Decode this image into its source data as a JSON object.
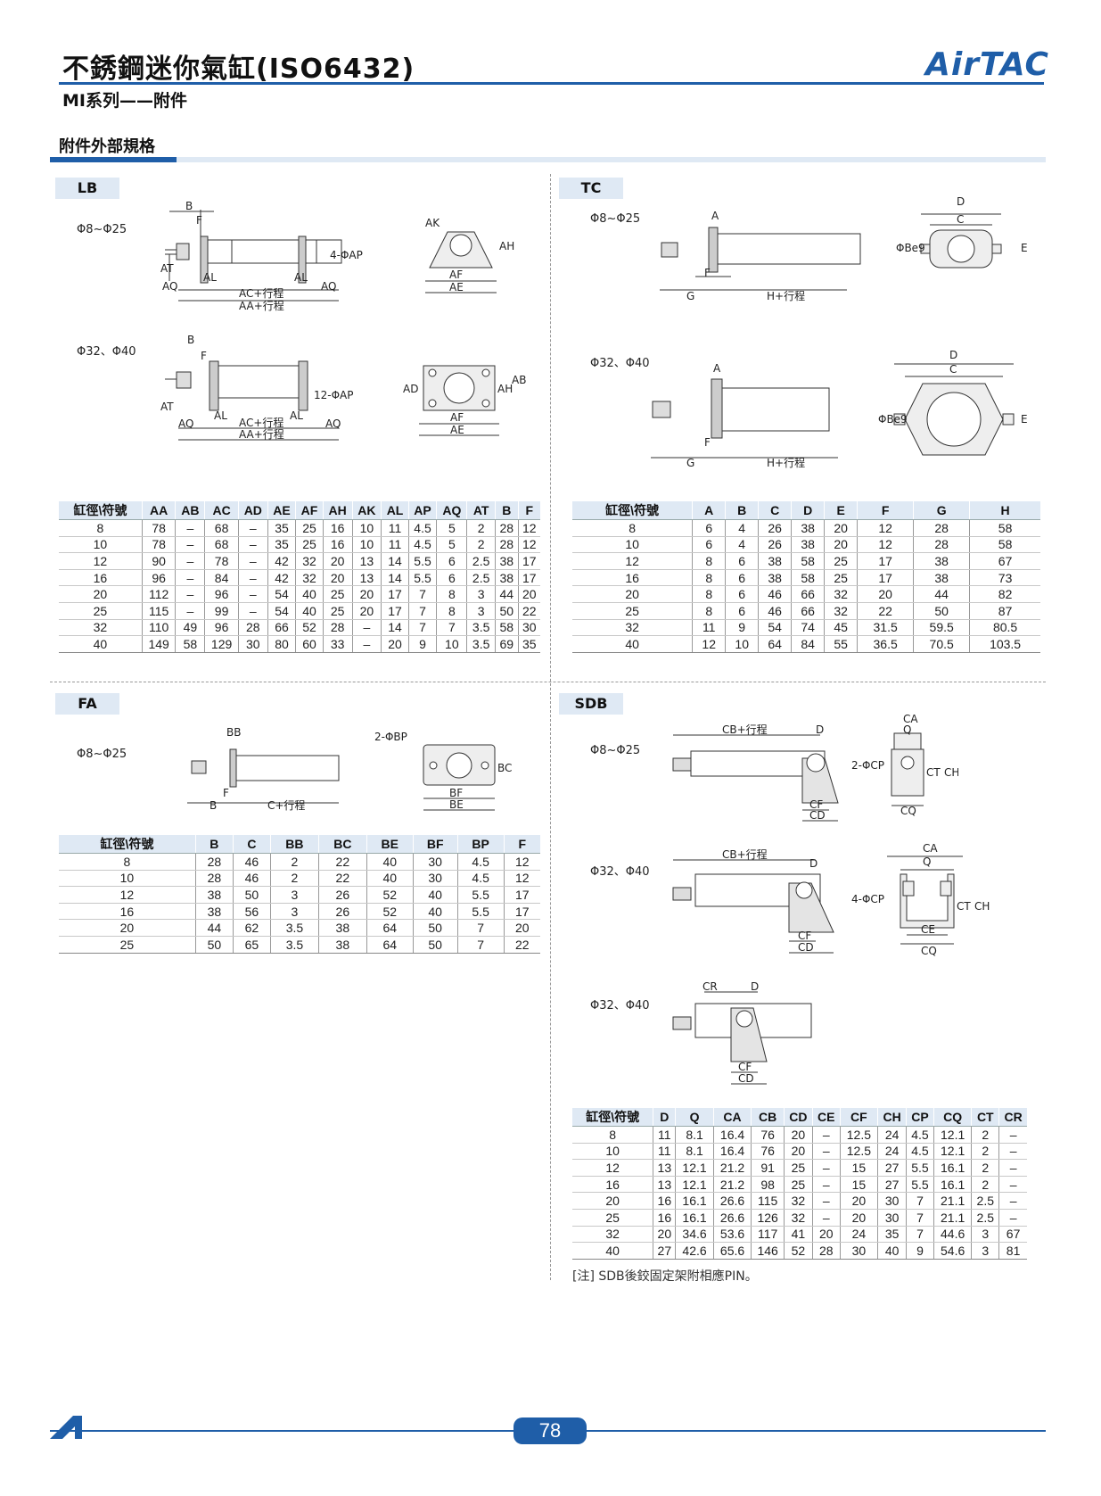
{
  "header": {
    "title": "不銹鋼迷你氣缸(ISO6432)",
    "subtitle": "MI系列——附件",
    "logo": "AirTAC"
  },
  "section": {
    "heading": "附件外部規格"
  },
  "lb": {
    "tag": "LB",
    "diam_small": "Φ8~Φ25",
    "diam_large": "Φ32、Φ40",
    "labels": {
      "b": "B",
      "f": "F",
      "at": "AT",
      "al": "AL",
      "aq": "AQ",
      "ac": "AC+行程",
      "aa": "AA+行程",
      "ap4": "4-ΦAP",
      "ap12": "12-ΦAP",
      "ak": "AK",
      "ah": "AH",
      "af": "AF",
      "ae": "AE",
      "ad": "AD",
      "ab": "AB"
    },
    "table": {
      "headers": [
        "缸徑\\符號",
        "AA",
        "AB",
        "AC",
        "AD",
        "AE",
        "AF",
        "AH",
        "AK",
        "AL",
        "AP",
        "AQ",
        "AT",
        "B",
        "F"
      ],
      "rows": [
        [
          "8",
          "78",
          "–",
          "68",
          "–",
          "35",
          "25",
          "16",
          "10",
          "11",
          "4.5",
          "5",
          "2",
          "28",
          "12"
        ],
        [
          "10",
          "78",
          "–",
          "68",
          "–",
          "35",
          "25",
          "16",
          "10",
          "11",
          "4.5",
          "5",
          "2",
          "28",
          "12"
        ],
        [
          "12",
          "90",
          "–",
          "78",
          "–",
          "42",
          "32",
          "20",
          "13",
          "14",
          "5.5",
          "6",
          "2.5",
          "38",
          "17"
        ],
        [
          "16",
          "96",
          "–",
          "84",
          "–",
          "42",
          "32",
          "20",
          "13",
          "14",
          "5.5",
          "6",
          "2.5",
          "38",
          "17"
        ],
        [
          "20",
          "112",
          "–",
          "96",
          "–",
          "54",
          "40",
          "25",
          "20",
          "17",
          "7",
          "8",
          "3",
          "44",
          "20"
        ],
        [
          "25",
          "115",
          "–",
          "99",
          "–",
          "54",
          "40",
          "25",
          "20",
          "17",
          "7",
          "8",
          "3",
          "50",
          "22"
        ],
        [
          "32",
          "110",
          "49",
          "96",
          "28",
          "66",
          "52",
          "28",
          "–",
          "14",
          "7",
          "7",
          "3.5",
          "58",
          "30"
        ],
        [
          "40",
          "149",
          "58",
          "129",
          "30",
          "80",
          "60",
          "33",
          "–",
          "20",
          "9",
          "10",
          "3.5",
          "69",
          "35"
        ]
      ]
    }
  },
  "tc": {
    "tag": "TC",
    "diam_small": "Φ8~Φ25",
    "diam_large": "Φ32、Φ40",
    "labels": {
      "a": "A",
      "f": "F",
      "g": "G",
      "h": "H+行程",
      "d": "D",
      "c": "C",
      "be9": "ΦBe9",
      "e": "E"
    },
    "table": {
      "headers": [
        "缸徑\\符號",
        "A",
        "B",
        "C",
        "D",
        "E",
        "F",
        "G",
        "H"
      ],
      "rows": [
        [
          "8",
          "6",
          "4",
          "26",
          "38",
          "20",
          "12",
          "28",
          "58"
        ],
        [
          "10",
          "6",
          "4",
          "26",
          "38",
          "20",
          "12",
          "28",
          "58"
        ],
        [
          "12",
          "8",
          "6",
          "38",
          "58",
          "25",
          "17",
          "38",
          "67"
        ],
        [
          "16",
          "8",
          "6",
          "38",
          "58",
          "25",
          "17",
          "38",
          "73"
        ],
        [
          "20",
          "8",
          "6",
          "46",
          "66",
          "32",
          "20",
          "44",
          "82"
        ],
        [
          "25",
          "8",
          "6",
          "46",
          "66",
          "32",
          "22",
          "50",
          "87"
        ],
        [
          "32",
          "11",
          "9",
          "54",
          "74",
          "45",
          "31.5",
          "59.5",
          "80.5"
        ],
        [
          "40",
          "12",
          "10",
          "64",
          "84",
          "55",
          "36.5",
          "70.5",
          "103.5"
        ]
      ]
    }
  },
  "fa": {
    "tag": "FA",
    "diam_small": "Φ8~Φ25",
    "labels": {
      "bb": "BB",
      "f": "F",
      "b": "B",
      "c": "C+行程",
      "bp": "2-ΦBP",
      "bc": "BC",
      "bf": "BF",
      "be": "BE"
    },
    "table": {
      "headers": [
        "缸徑\\符號",
        "B",
        "C",
        "BB",
        "BC",
        "BE",
        "BF",
        "BP",
        "F"
      ],
      "rows": [
        [
          "8",
          "28",
          "46",
          "2",
          "22",
          "40",
          "30",
          "4.5",
          "12"
        ],
        [
          "10",
          "28",
          "46",
          "2",
          "22",
          "40",
          "30",
          "4.5",
          "12"
        ],
        [
          "12",
          "38",
          "50",
          "3",
          "26",
          "52",
          "40",
          "5.5",
          "17"
        ],
        [
          "16",
          "38",
          "56",
          "3",
          "26",
          "52",
          "40",
          "5.5",
          "17"
        ],
        [
          "20",
          "44",
          "62",
          "3.5",
          "38",
          "64",
          "50",
          "7",
          "20"
        ],
        [
          "25",
          "50",
          "65",
          "3.5",
          "38",
          "64",
          "50",
          "7",
          "22"
        ]
      ]
    }
  },
  "sdb": {
    "tag": "SDB",
    "diam_small": "Φ8~Φ25",
    "diam_large": "Φ32、Φ40",
    "diam_large2": "Φ32、Φ40",
    "labels": {
      "cb": "CB+行程",
      "d": "D",
      "cf": "CF",
      "cd": "CD",
      "ca": "CA",
      "q": "Q",
      "cp2": "2-ΦCP",
      "cp4": "4-ΦCP",
      "ct": "CT",
      "ch": "CH",
      "cq": "CQ",
      "ce": "CE",
      "cr": "CR"
    },
    "table": {
      "headers": [
        "缸徑\\符號",
        "D",
        "Q",
        "CA",
        "CB",
        "CD",
        "CE",
        "CF",
        "CH",
        "CP",
        "CQ",
        "CT",
        "CR"
      ],
      "rows": [
        [
          "8",
          "11",
          "8.1",
          "16.4",
          "76",
          "20",
          "–",
          "12.5",
          "24",
          "4.5",
          "12.1",
          "2",
          "–"
        ],
        [
          "10",
          "11",
          "8.1",
          "16.4",
          "76",
          "20",
          "–",
          "12.5",
          "24",
          "4.5",
          "12.1",
          "2",
          "–"
        ],
        [
          "12",
          "13",
          "12.1",
          "21.2",
          "91",
          "25",
          "–",
          "15",
          "27",
          "5.5",
          "16.1",
          "2",
          "–"
        ],
        [
          "16",
          "13",
          "12.1",
          "21.2",
          "98",
          "25",
          "–",
          "15",
          "27",
          "5.5",
          "16.1",
          "2",
          "–"
        ],
        [
          "20",
          "16",
          "16.1",
          "26.6",
          "115",
          "32",
          "–",
          "20",
          "30",
          "7",
          "21.1",
          "2.5",
          "–"
        ],
        [
          "25",
          "16",
          "16.1",
          "26.6",
          "126",
          "32",
          "–",
          "20",
          "30",
          "7",
          "21.1",
          "2.5",
          "–"
        ],
        [
          "32",
          "20",
          "34.6",
          "53.6",
          "117",
          "41",
          "20",
          "24",
          "35",
          "7",
          "44.6",
          "3",
          "67"
        ],
        [
          "40",
          "27",
          "42.6",
          "65.6",
          "146",
          "52",
          "28",
          "30",
          "40",
          "9",
          "54.6",
          "3",
          "81"
        ]
      ]
    },
    "note": "[注] SDB後鉸固定架附相應PIN。"
  },
  "footer": {
    "page_number": "78"
  }
}
